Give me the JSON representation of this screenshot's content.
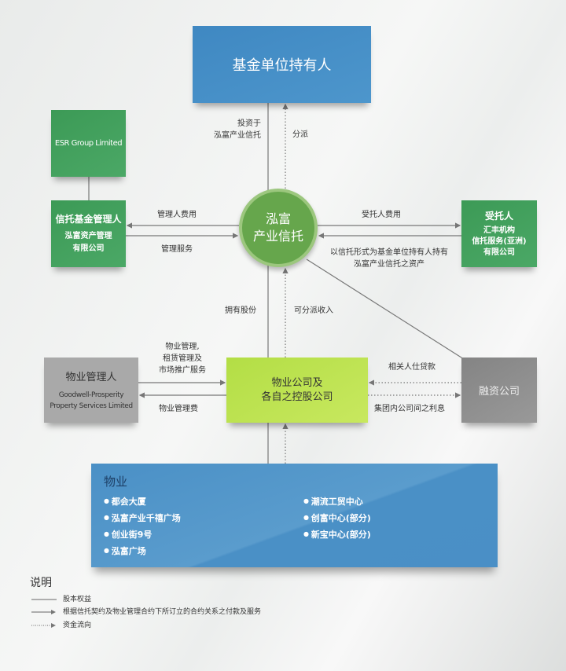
{
  "nodes": {
    "unitholders": "基金单位持有人",
    "esr": "ESR Group Limited",
    "manager_title": "信托基金管理人",
    "manager_name": "泓富资产管理\n有限公司",
    "trust": "泓富\n产业信托",
    "trustee_title": "受托人",
    "trustee_name": "汇丰机构\n信托服务(亚洲)\n有限公司",
    "property_manager_title": "物业管理人",
    "property_manager_name": "Goodwell-Prosperity\nProperty Services Limited",
    "property_companies": "物业公司及\n各自之控股公司",
    "finance_company": "融资公司"
  },
  "edges": {
    "invest": "投资于\n泓富产业信托",
    "distribution": "分派",
    "manager_fee": "管理人费用",
    "management_services": "管理服务",
    "trustee_fee": "受托人费用",
    "hold_assets": "以信托形式为基金单位持有人持有\n泓富产业信托之资产",
    "own_shares": "拥有股份",
    "distributable_income": "可分派收入",
    "pm_services": "物业管理,\n租赁管理及\n市场推广服务",
    "pm_fee": "物业管理费",
    "related_loan": "相关人仕贷款",
    "interest": "集团内公司间之利息"
  },
  "properties": {
    "title": "物业",
    "left": [
      "都会大厦",
      "泓富产业千禧广场",
      "创业街9号",
      "泓富广场"
    ],
    "right": [
      "潮流工贸中心",
      "创富中心(部分)",
      "新宝中心(部分)"
    ]
  },
  "legend": {
    "title": "说明",
    "items": [
      "股本权益",
      "根据信托契约及物业管理合约下所订立的合约关系之付款及服务",
      "资金流向"
    ]
  },
  "colors": {
    "blue": "#4a8fc6",
    "green": "#3f9e5a",
    "lime": "#b8e04c",
    "gray": "#a9a9a9",
    "dark_gray": "#8b8b8b"
  }
}
